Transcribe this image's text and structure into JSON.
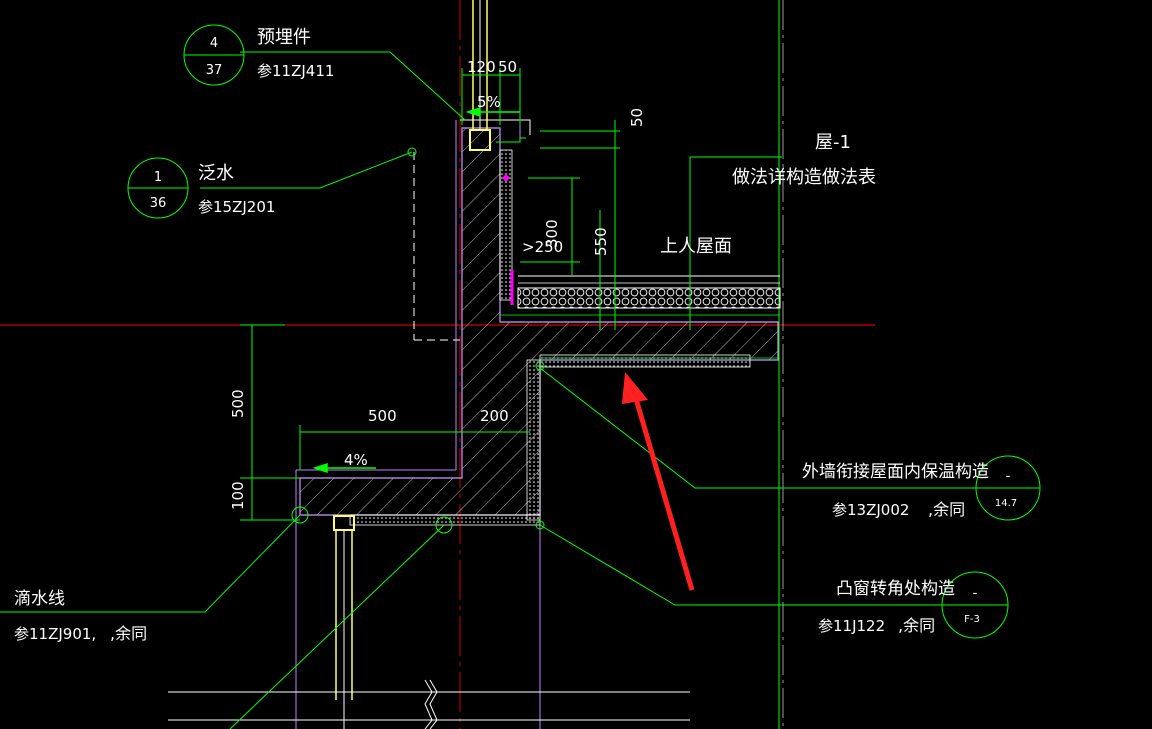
{
  "drawing": {
    "callout_embed": {
      "number": "4",
      "sheet": "37",
      "title": "预埋件",
      "ref": "参11ZJ411"
    },
    "callout_flashing": {
      "number": "1",
      "sheet": "36",
      "title": "泛水",
      "ref": "参15ZJ201"
    },
    "roof_tag": {
      "line1": "屋-1",
      "line2": "做法详构造做法表"
    },
    "roof_label": "上人屋面",
    "callout_insulation": {
      "title": "外墙衔接屋面内保温构造",
      "ref": "参13ZJ002",
      "suffix": ",余同",
      "number": "-",
      "sheet": "14.7"
    },
    "callout_bay": {
      "title": "凸窗转角处构造",
      "ref": "参11J122",
      "suffix": ",余同",
      "number": "-",
      "sheet": "F-3"
    },
    "callout_drip": {
      "title": "滴水线",
      "ref": "参11ZJ901,",
      "suffix": ",余同"
    },
    "dims": {
      "d120": "120",
      "d50a": "50",
      "slope_top": "5%",
      "d50b": "50",
      "d300": "300",
      "d250": ">250",
      "d550": "550",
      "d500v": "500",
      "d100": "100",
      "d500h": "500",
      "d200": "200",
      "slope_bot": "4%"
    },
    "colors": {
      "line": "#00ff00",
      "text": "#ffffff",
      "axis": "#ff0000",
      "wall": "#ffffff",
      "purple": "#c080ff",
      "arrow": "#ff2020",
      "magenta": "#ff00ff",
      "yellow": "#ffff66"
    }
  }
}
